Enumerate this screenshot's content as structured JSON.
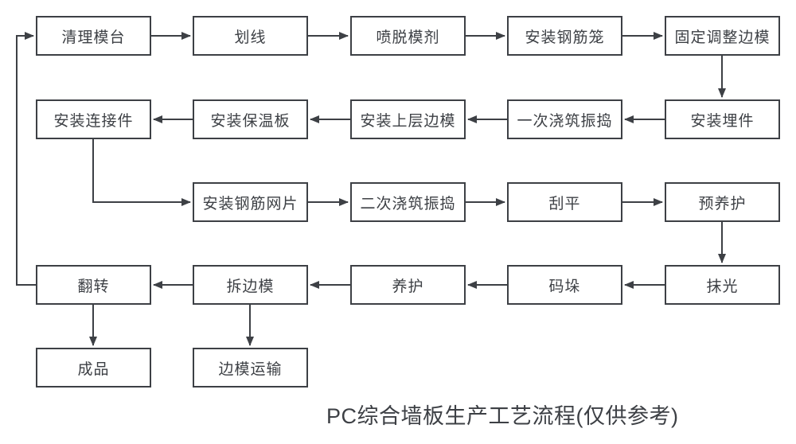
{
  "diagram": {
    "caption": "PC综合墙板生产工艺流程(仅供参考)",
    "colors": {
      "line": "#3d4045",
      "text": "#3d4045",
      "box_bg": "#ffffff"
    },
    "nodes": [
      {
        "id": "clean-mold-table",
        "label": "清理模台"
      },
      {
        "id": "marking",
        "label": "划线"
      },
      {
        "id": "spray-release-agent",
        "label": "喷脱模剂"
      },
      {
        "id": "install-rebar-cage",
        "label": "安装钢筋笼"
      },
      {
        "id": "fix-adjust-side-mold",
        "label": "固定调整边模"
      },
      {
        "id": "install-embedded-parts",
        "label": "安装埋件"
      },
      {
        "id": "first-pour-vibrate",
        "label": "一次浇筑振捣"
      },
      {
        "id": "install-upper-side-mold",
        "label": "安装上层边模"
      },
      {
        "id": "install-insulation-board",
        "label": "安装保温板"
      },
      {
        "id": "install-connectors",
        "label": "安装连接件"
      },
      {
        "id": "install-rebar-mesh",
        "label": "安装钢筋网片"
      },
      {
        "id": "second-pour-vibrate",
        "label": "二次浇筑振捣"
      },
      {
        "id": "screed",
        "label": "刮平"
      },
      {
        "id": "pre-curing",
        "label": "预养护"
      },
      {
        "id": "trowel-finish",
        "label": "抹光"
      },
      {
        "id": "stacking",
        "label": "码垛"
      },
      {
        "id": "curing",
        "label": "养护"
      },
      {
        "id": "remove-side-mold",
        "label": "拆边模"
      },
      {
        "id": "flip",
        "label": "翻转"
      },
      {
        "id": "finished-product",
        "label": "成品"
      },
      {
        "id": "side-mold-transport",
        "label": "边模运输"
      }
    ],
    "edges": [
      {
        "from": "clean-mold-table",
        "to": "marking"
      },
      {
        "from": "marking",
        "to": "spray-release-agent"
      },
      {
        "from": "spray-release-agent",
        "to": "install-rebar-cage"
      },
      {
        "from": "install-rebar-cage",
        "to": "fix-adjust-side-mold"
      },
      {
        "from": "fix-adjust-side-mold",
        "to": "install-embedded-parts"
      },
      {
        "from": "install-embedded-parts",
        "to": "first-pour-vibrate"
      },
      {
        "from": "first-pour-vibrate",
        "to": "install-upper-side-mold"
      },
      {
        "from": "install-upper-side-mold",
        "to": "install-insulation-board"
      },
      {
        "from": "install-insulation-board",
        "to": "install-connectors"
      },
      {
        "from": "install-connectors",
        "to": "install-rebar-mesh"
      },
      {
        "from": "install-rebar-mesh",
        "to": "second-pour-vibrate"
      },
      {
        "from": "second-pour-vibrate",
        "to": "screed"
      },
      {
        "from": "screed",
        "to": "pre-curing"
      },
      {
        "from": "pre-curing",
        "to": "trowel-finish"
      },
      {
        "from": "trowel-finish",
        "to": "stacking"
      },
      {
        "from": "stacking",
        "to": "curing"
      },
      {
        "from": "curing",
        "to": "remove-side-mold"
      },
      {
        "from": "remove-side-mold",
        "to": "flip"
      },
      {
        "from": "flip",
        "to": "finished-product"
      },
      {
        "from": "remove-side-mold",
        "to": "side-mold-transport"
      },
      {
        "from": "flip",
        "to": "clean-mold-table"
      }
    ]
  }
}
